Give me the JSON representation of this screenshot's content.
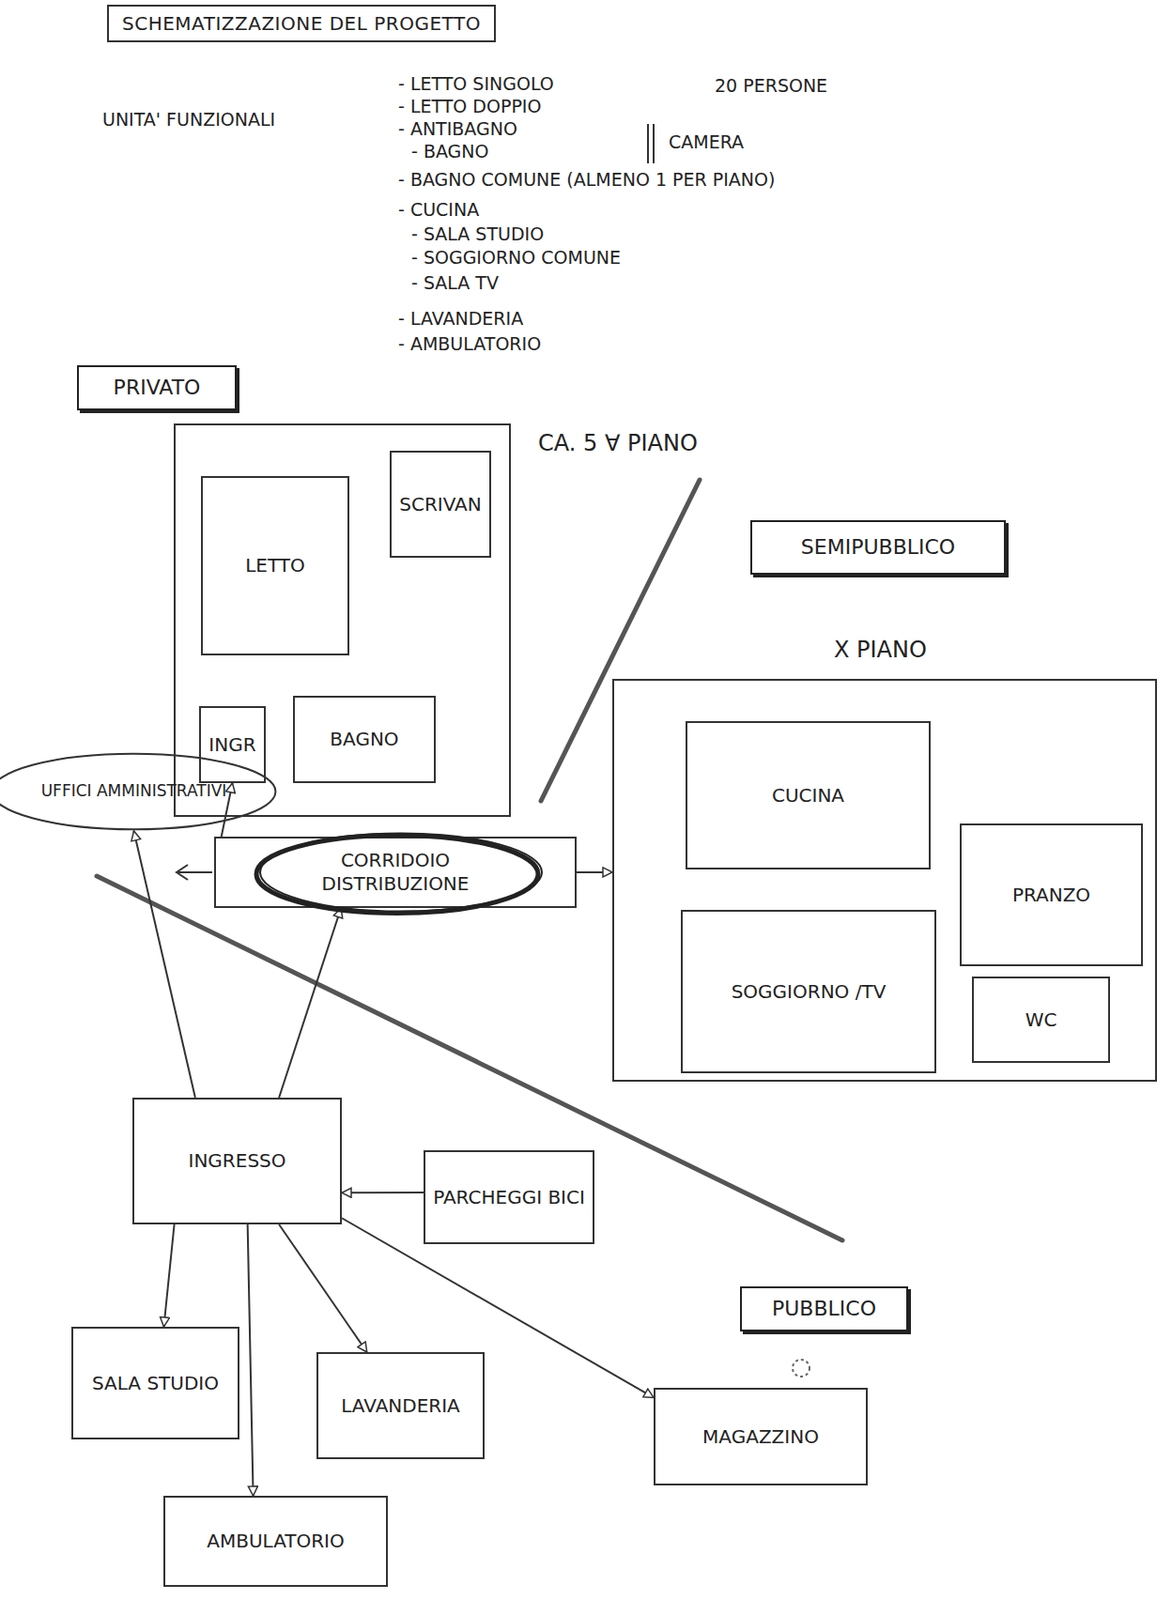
{
  "diagram": {
    "title": "SCHEMATIZZAZIONE DEL PROGETTO",
    "nodes": [
      {
        "text": [
          "PRIVATO"
        ]
      },
      {
        "text": [
          "CA. 5 ∀ PIANO"
        ]
      },
      {
        "text": [
          "LETTO"
        ],
        "in": 1
      },
      {
        "text": [
          "SCRIVAN"
        ],
        "in": 1
      },
      {
        "text": [
          "INGR"
        ],
        "in": 1
      },
      {
        "text": [
          "BAGNO"
        ],
        "in": 1
      },
      {
        "text": [
          "SEMIPUBBLICO"
        ]
      },
      {
        "text": [
          "X PIANO"
        ]
      },
      {
        "text": [
          "CUCINA"
        ],
        "in": 7
      },
      {
        "text": [
          "PRANZO"
        ],
        "in": 7
      },
      {
        "text": [
          "SOGGIORNO /TV"
        ],
        "in": 7
      },
      {
        "text": [
          "WC"
        ],
        "in": 7
      },
      {
        "text": [
          "CORRIDOIO DISTRIBUZIONE"
        ]
      },
      {
        "text": [
          "UFFICI AMMINISTRATIVI"
        ]
      },
      {
        "text": [
          "INGRESSO"
        ]
      },
      {
        "text": [
          "PARCHEGGI BICI"
        ]
      },
      {
        "text": [
          "PUBBLICO"
        ]
      },
      {
        "text": [
          "SALA STUDIO"
        ]
      },
      {
        "text": [
          "LAVANDERIA"
        ]
      },
      {
        "text": [
          "MAGAZZINO"
        ]
      },
      {
        "text": [
          "AMBULATORIO"
        ]
      }
    ],
    "edges": [
      {
        "from": 12,
        "to": 4,
        "arrow": "to"
      },
      {
        "from": 12,
        "to": 7,
        "arrow": "to"
      },
      {
        "from": 14,
        "to": 13,
        "arrow": "to"
      },
      {
        "from": 14,
        "to": 12,
        "arrow": "to"
      },
      {
        "from": 15,
        "to": 14,
        "arrow": "to"
      },
      {
        "from": 14,
        "to": 17,
        "arrow": "to"
      },
      {
        "from": 14,
        "to": 18,
        "arrow": "to"
      },
      {
        "from": 14,
        "to": 20,
        "arrow": "to"
      },
      {
        "from": 14,
        "to": 19,
        "arrow": "to"
      }
    ],
    "labels": [
      "20 PERSONE",
      "UNITA' FUNZIONALI",
      "- LETTO SINGOLO",
      "- LETTO DOPPIO",
      "- ANTIBAGNO",
      "- BAGNO",
      "CAMERA",
      "- BAGNO COMUNE (ALMENO 1 PER PIANO)",
      "- CUCINA",
      "- SALA STUDIO",
      "- SOGGIORNO COMUNE",
      "- SALA TV",
      "- LAVANDERIA",
      "- AMBULATORIO"
    ]
  }
}
